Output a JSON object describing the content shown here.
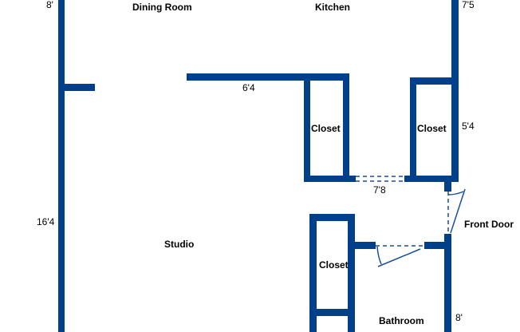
{
  "colors": {
    "wall": "#003f8a",
    "door": "#1a4f96",
    "background": "#ffffff"
  },
  "rooms": {
    "dining_room": "Dining Room",
    "kitchen": "Kitchen",
    "studio": "Studio",
    "closet_1": "Closet",
    "closet_2": "Closet",
    "closet_3": "Closet",
    "bathroom": "Bathroom",
    "front_door": "Front Door"
  },
  "dimensions": {
    "dining_left": "8'",
    "kitchen_right": "7'5",
    "wall_top": "6'4",
    "closet_right": "5'4",
    "closet_gap": "7'8",
    "studio_left": "16'4",
    "bathroom_right": "8'"
  }
}
